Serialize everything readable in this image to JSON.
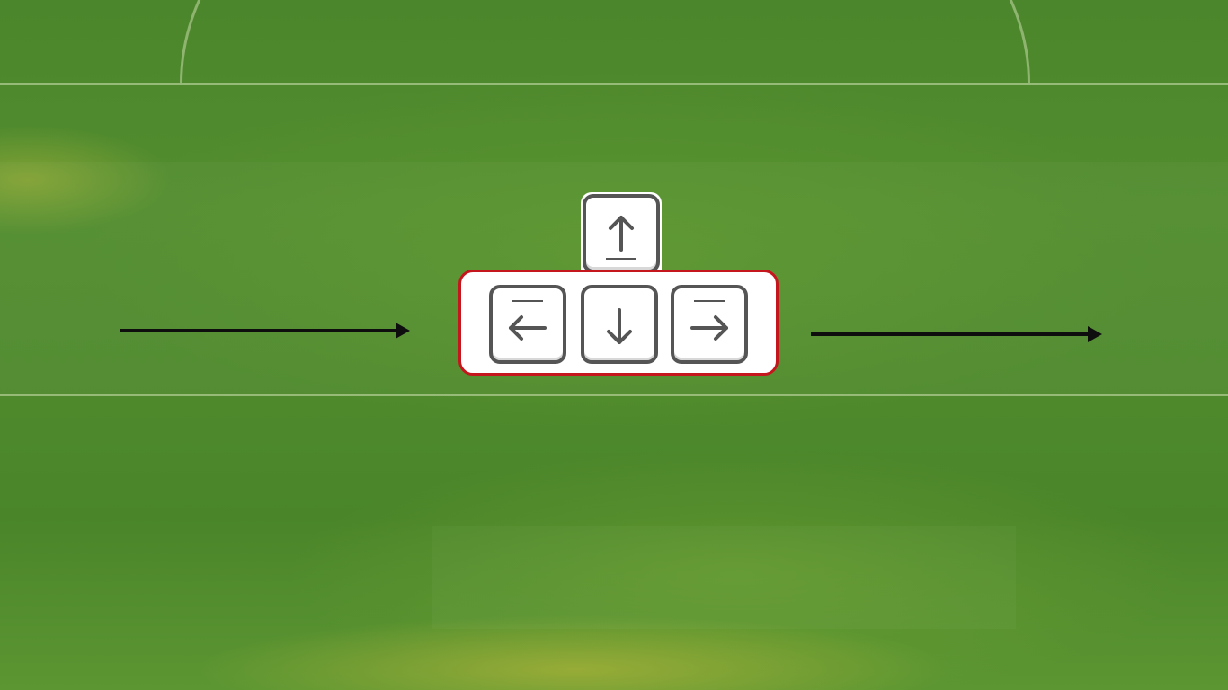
{
  "scene": {
    "colors": {
      "grass_base": "#4f8a2d",
      "pitch_line": "#d2e1b4",
      "arrow": "#0e0e0e",
      "keys_border": "#c4161c",
      "key_outline": "#555555",
      "key_face": "#ffffff"
    }
  },
  "controls": {
    "keys": [
      {
        "name": "up",
        "icon": "arrow-up-icon"
      },
      {
        "name": "left",
        "icon": "arrow-left-icon"
      },
      {
        "name": "down",
        "icon": "arrow-down-icon"
      },
      {
        "name": "right",
        "icon": "arrow-right-icon"
      }
    ],
    "highlighted_group": [
      "left",
      "down",
      "right"
    ]
  },
  "guides": [
    {
      "name": "left-guide-arrow",
      "direction": "right"
    },
    {
      "name": "right-guide-arrow",
      "direction": "right"
    }
  ]
}
